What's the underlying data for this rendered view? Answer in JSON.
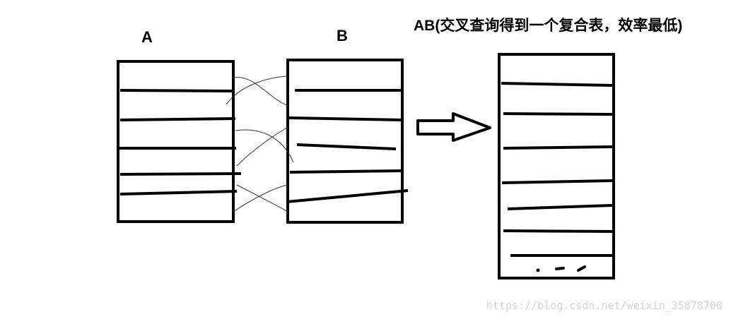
{
  "labels": {
    "table_a": "A",
    "table_b": "B",
    "result_title": "AB(交叉查询得到一个复合表，效率最低)",
    "ellipsis": "..."
  },
  "watermark": "https://blog.csdn.net/weixin_35878700",
  "colors": {
    "ink": "#000000",
    "watermark": "#d4d4d4",
    "background": "#ffffff"
  }
}
